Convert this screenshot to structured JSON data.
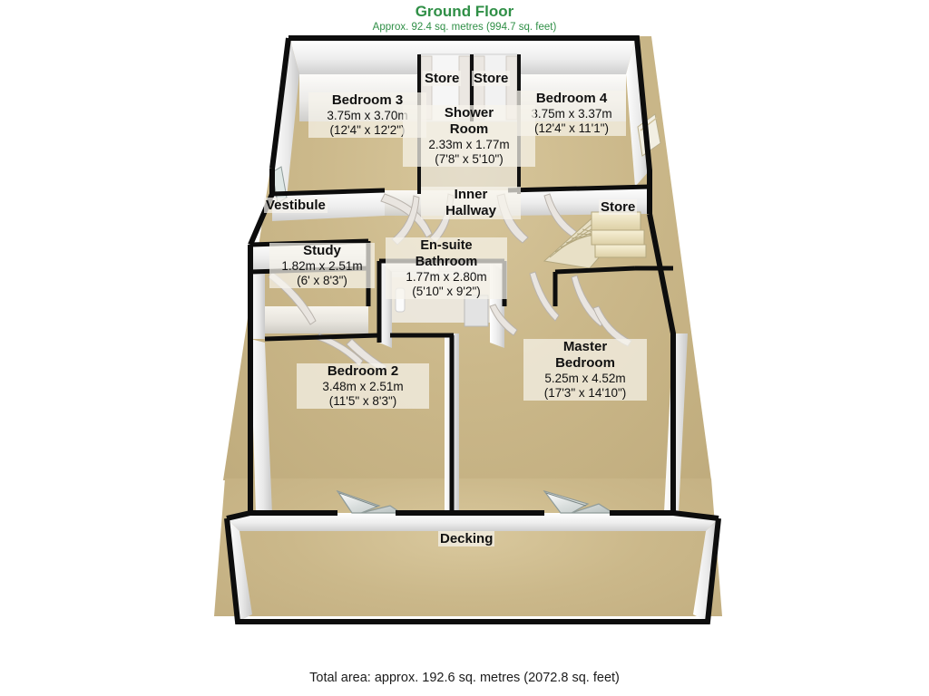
{
  "header": {
    "title": "Ground Floor",
    "subtitle": "Approx. 92.4 sq. metres (994.7 sq. feet)",
    "title_color": "#2f8f46"
  },
  "footer": {
    "total_area": "Total area: approx. 192.6 sq. metres (2072.8 sq. feet)"
  },
  "colors": {
    "floor": "#cbb88a",
    "wall_outline": "#101010",
    "wall_face": "#f2f2f2",
    "label_text": "#111111",
    "title_green": "#2f8f46"
  },
  "rooms": [
    {
      "id": "bedroom-3",
      "name": "Bedroom 3",
      "metric": "3.75m x 3.70m",
      "imperial": "(12'4\" x 12'2\")"
    },
    {
      "id": "bedroom-4",
      "name": "Bedroom 4",
      "metric": "3.75m x 3.37m",
      "imperial": "(12'4\" x 11'1\")"
    },
    {
      "id": "shower-room",
      "name": "Shower Room",
      "name_line1": "Shower",
      "name_line2": "Room",
      "metric": "2.33m x 1.77m",
      "imperial": "(7'8\" x 5'10\")"
    },
    {
      "id": "study",
      "name": "Study",
      "metric": "1.82m x 2.51m",
      "imperial": "(6' x 8'3\")"
    },
    {
      "id": "en-suite-bathroom",
      "name": "En-suite Bathroom",
      "name_line1": "En-suite",
      "name_line2": "Bathroom",
      "metric": "1.77m x 2.80m",
      "imperial": "(5'10\" x 9'2\")"
    },
    {
      "id": "bedroom-2",
      "name": "Bedroom 2",
      "metric": "3.48m x 2.51m",
      "imperial": "(11'5\" x 8'3\")"
    },
    {
      "id": "master-bedroom",
      "name": "Master Bedroom",
      "name_line1": "Master",
      "name_line2": "Bedroom",
      "metric": "5.25m x 4.52m",
      "imperial": "(17'3\" x 14'10\")"
    }
  ],
  "unlabelled_rooms": [
    {
      "id": "store-left",
      "name": "Store"
    },
    {
      "id": "store-right",
      "name": "Store"
    },
    {
      "id": "vestibule",
      "name": "Vestibule"
    },
    {
      "id": "inner-hallway",
      "name": "Inner Hallway",
      "name_line1": "Inner",
      "name_line2": "Hallway"
    },
    {
      "id": "store-stairs",
      "name": "Store"
    },
    {
      "id": "decking",
      "name": "Decking"
    }
  ]
}
